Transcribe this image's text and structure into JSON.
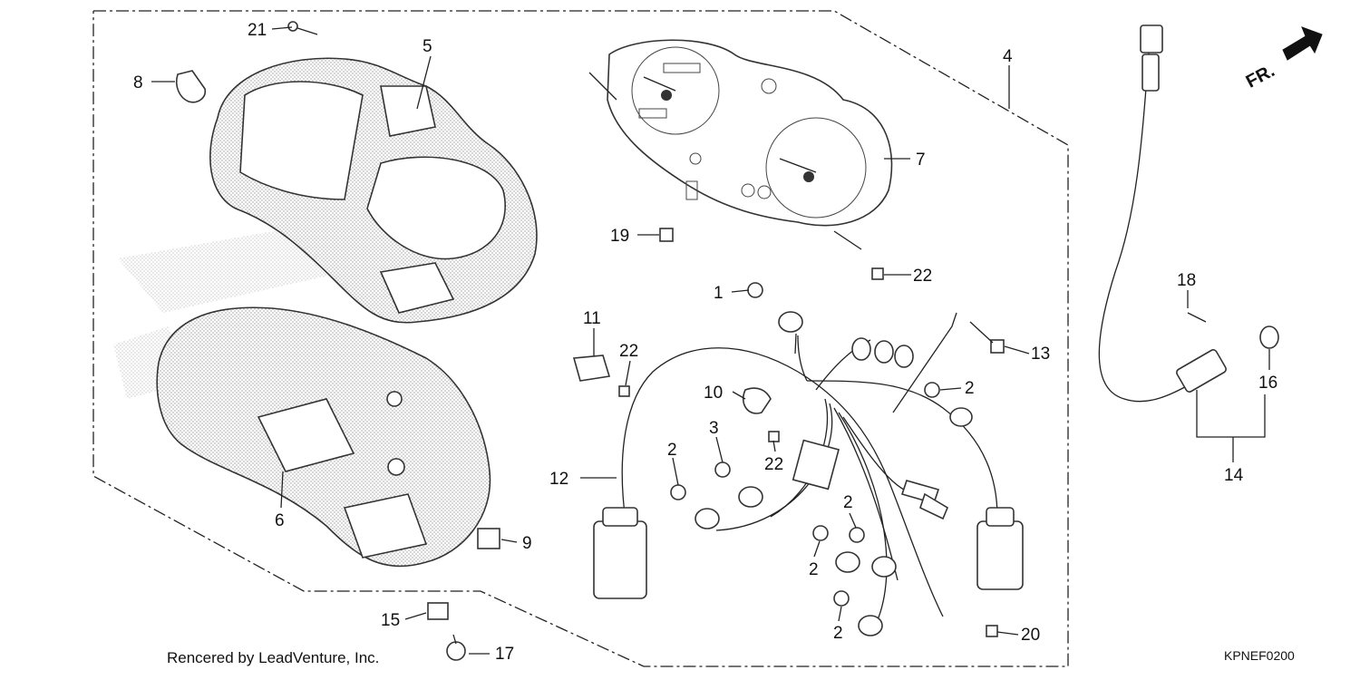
{
  "callouts": [
    {
      "id": "c1",
      "text": "1"
    },
    {
      "id": "c2a",
      "text": "2"
    },
    {
      "id": "c2b",
      "text": "2"
    },
    {
      "id": "c2c",
      "text": "2"
    },
    {
      "id": "c2d",
      "text": "2"
    },
    {
      "id": "c2e",
      "text": "2"
    },
    {
      "id": "c2f",
      "text": "2"
    },
    {
      "id": "c3",
      "text": "3"
    },
    {
      "id": "c4",
      "text": "4"
    },
    {
      "id": "c5",
      "text": "5"
    },
    {
      "id": "c6",
      "text": "6"
    },
    {
      "id": "c7",
      "text": "7"
    },
    {
      "id": "c8",
      "text": "8"
    },
    {
      "id": "c9",
      "text": "9"
    },
    {
      "id": "c10",
      "text": "10"
    },
    {
      "id": "c11",
      "text": "11"
    },
    {
      "id": "c12",
      "text": "12"
    },
    {
      "id": "c13",
      "text": "13"
    },
    {
      "id": "c14",
      "text": "14"
    },
    {
      "id": "c15",
      "text": "15"
    },
    {
      "id": "c16",
      "text": "16"
    },
    {
      "id": "c17",
      "text": "17"
    },
    {
      "id": "c18",
      "text": "18"
    },
    {
      "id": "c19",
      "text": "19"
    },
    {
      "id": "c20",
      "text": "20"
    },
    {
      "id": "c21",
      "text": "21"
    },
    {
      "id": "c22a",
      "text": "22"
    },
    {
      "id": "c22b",
      "text": "22"
    },
    {
      "id": "c22c",
      "text": "22"
    }
  ],
  "direction_label": "FR.",
  "footer": "Rencered by LeadVenture, Inc.",
  "diagram_code": "KPNEF0200",
  "icons": [
    "front-direction-arrow-icon"
  ]
}
